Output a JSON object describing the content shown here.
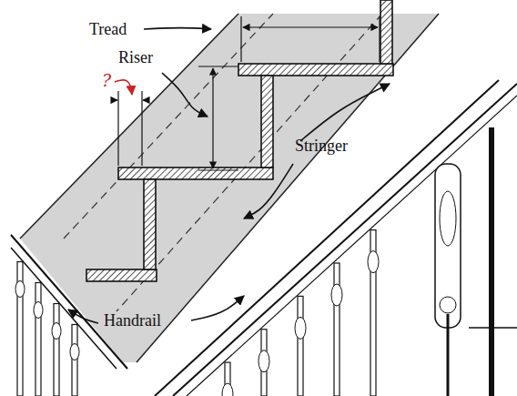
{
  "diagram": {
    "labels": [
      "Tread",
      "Riser",
      "?",
      "Stringer",
      "Handrail"
    ]
  }
}
